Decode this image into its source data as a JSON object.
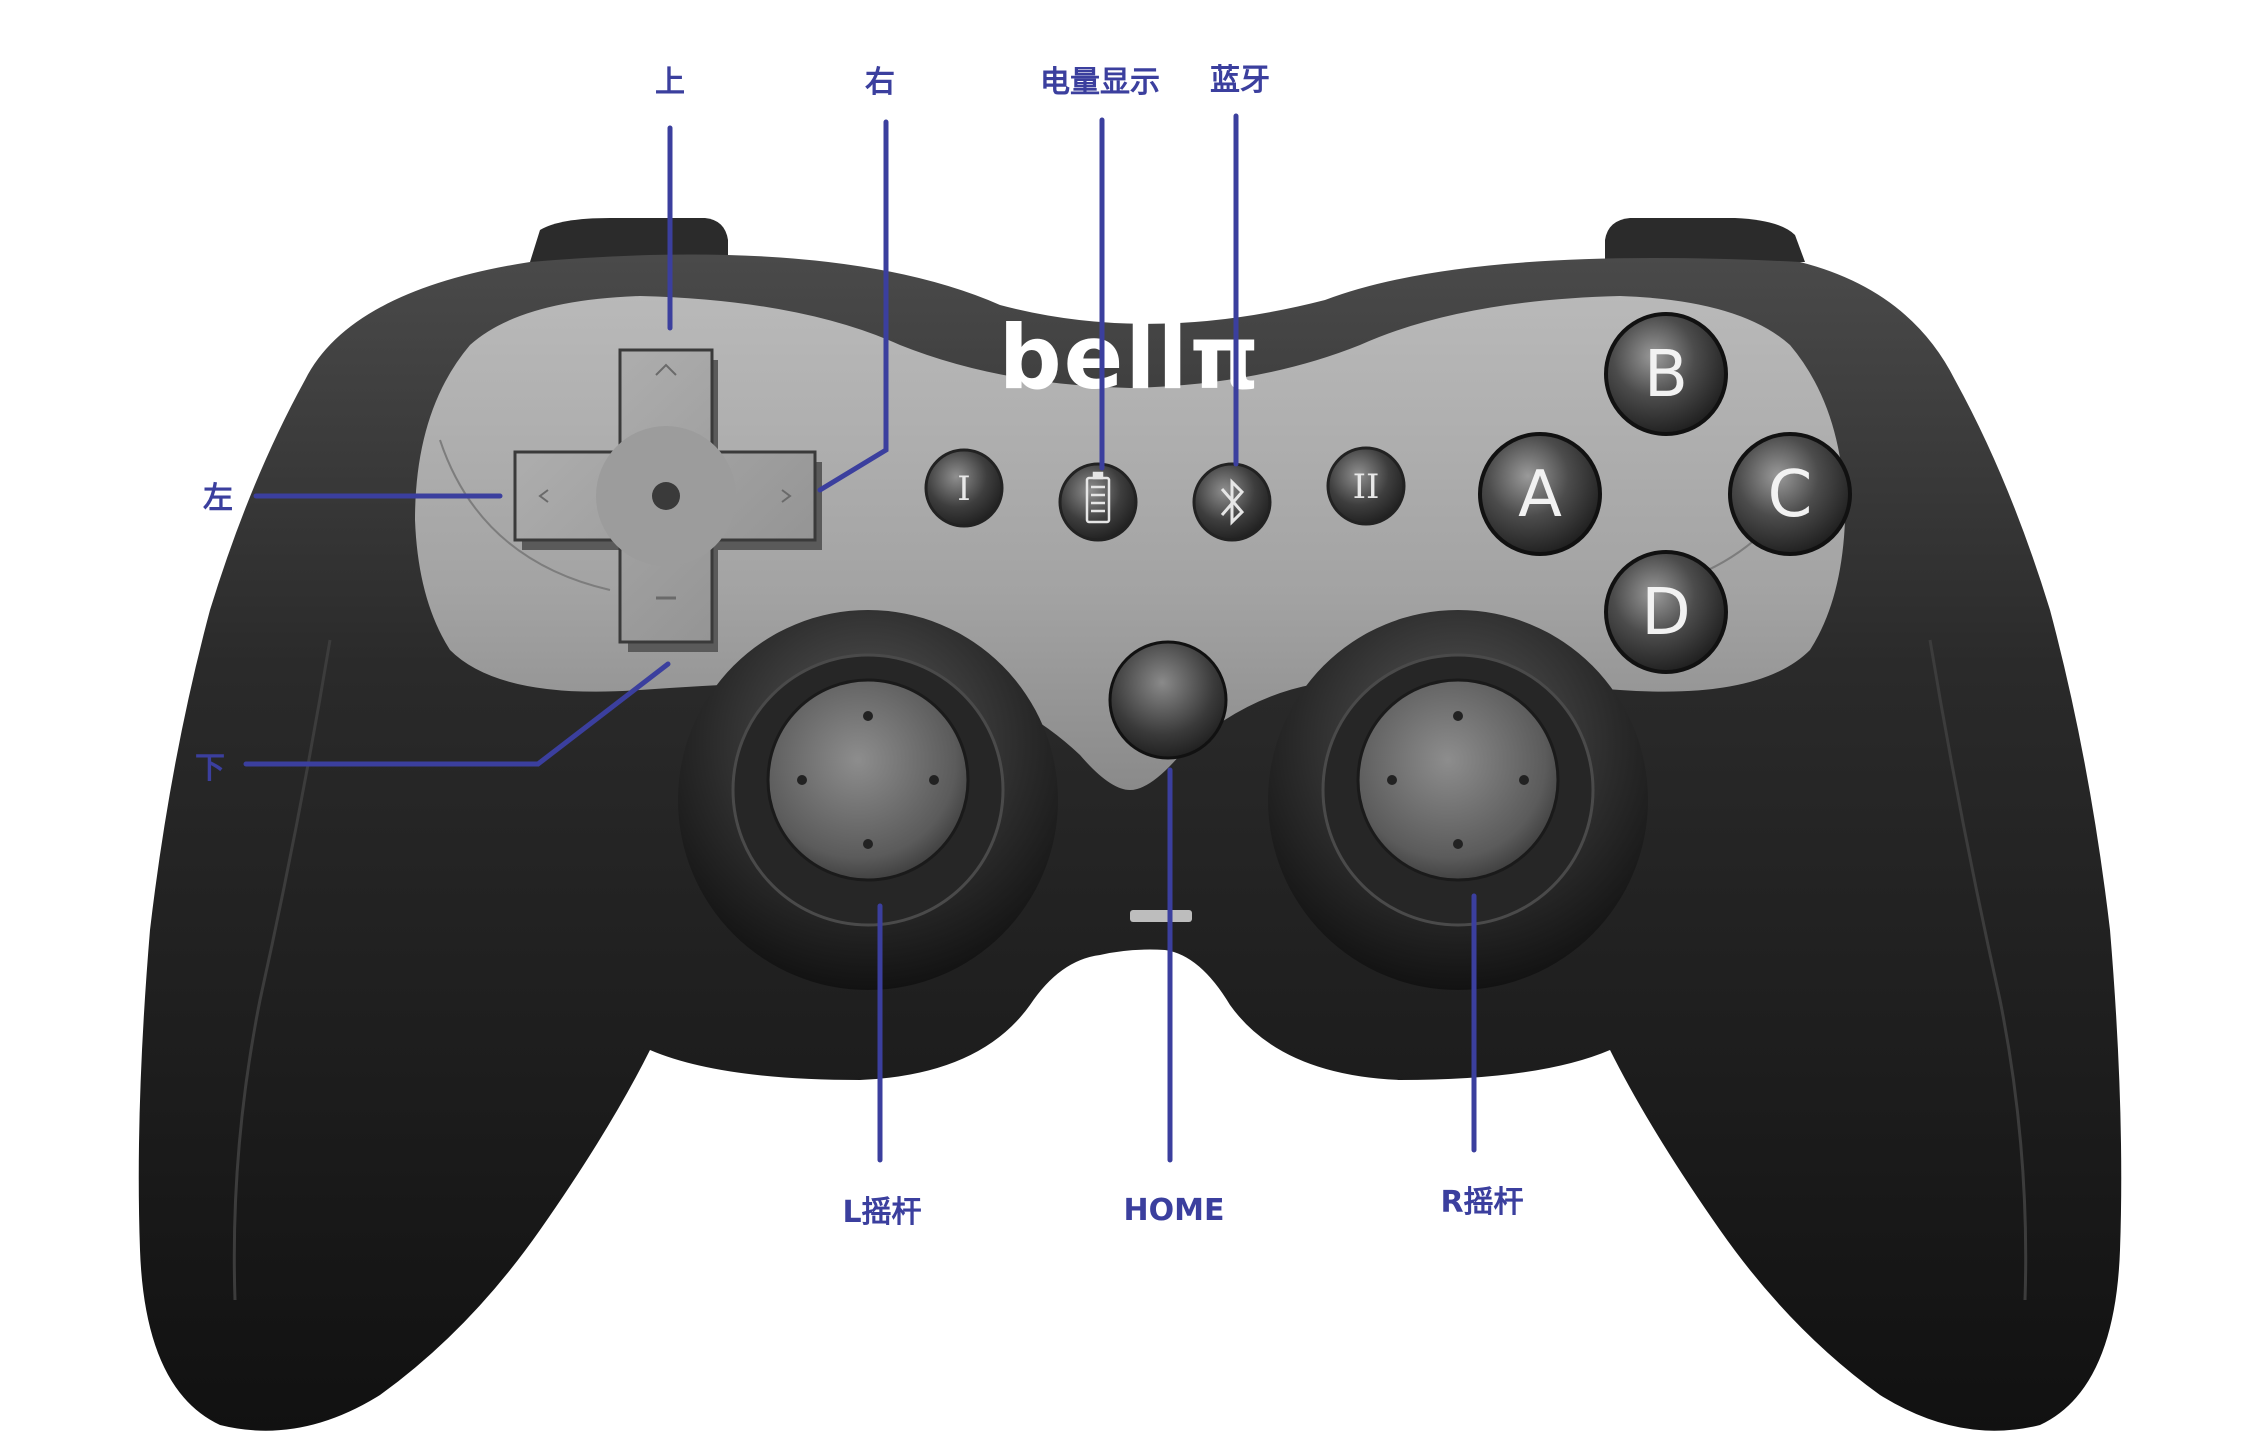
{
  "brand": "bellπ",
  "colors": {
    "callout": "#3b3f9e",
    "body_dark": "#1c1c1c",
    "face_light": "#a6a6a6"
  },
  "buttons": {
    "face": [
      "B",
      "A",
      "C",
      "D"
    ],
    "aux_left": "I",
    "aux_right": "II"
  },
  "icons": [
    "battery-icon",
    "bluetooth-icon"
  ],
  "callouts": {
    "up": "上",
    "right": "右",
    "battery": "电量显示",
    "bluetooth": "蓝牙",
    "left": "左",
    "down": "下",
    "l_stick": "L摇杆",
    "home": "HOME",
    "r_stick": "R摇杆"
  }
}
